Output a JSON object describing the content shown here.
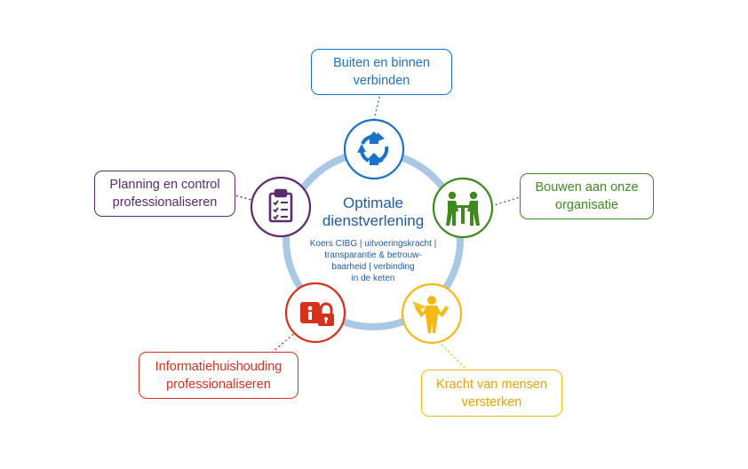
{
  "center": {
    "title_line1": "Optimale",
    "title_line2": "dienstverlening",
    "sub_lines": [
      "Koers CIBG | uitvoeringskracht |",
      "transparantie & betrouw-",
      "baarheid | verbinding",
      "in de keten"
    ]
  },
  "nodes": [
    {
      "id": "buiten",
      "label_lines": [
        "Buiten en binnen",
        "verbinden"
      ],
      "color": "#1a73c8",
      "icon": "recycle-house-icon"
    },
    {
      "id": "bouwen",
      "label_lines": [
        "Bouwen aan onze",
        "organisatie"
      ],
      "color": "#3f8a1f",
      "icon": "people-table-icon"
    },
    {
      "id": "kracht",
      "label_lines": [
        "Kracht van mensen",
        "versterken"
      ],
      "color": "#f5b816",
      "icon": "superhero-icon"
    },
    {
      "id": "informatie",
      "label_lines": [
        "Informatiehuishouding",
        "professionaliseren"
      ],
      "color": "#d9301c",
      "icon": "info-lock-icon"
    },
    {
      "id": "planning",
      "label_lines": [
        "Planning en control",
        "professionaliseren"
      ],
      "color": "#5c2a6e",
      "icon": "clipboard-checklist-icon"
    }
  ],
  "ring_color": "#a8c8e6"
}
